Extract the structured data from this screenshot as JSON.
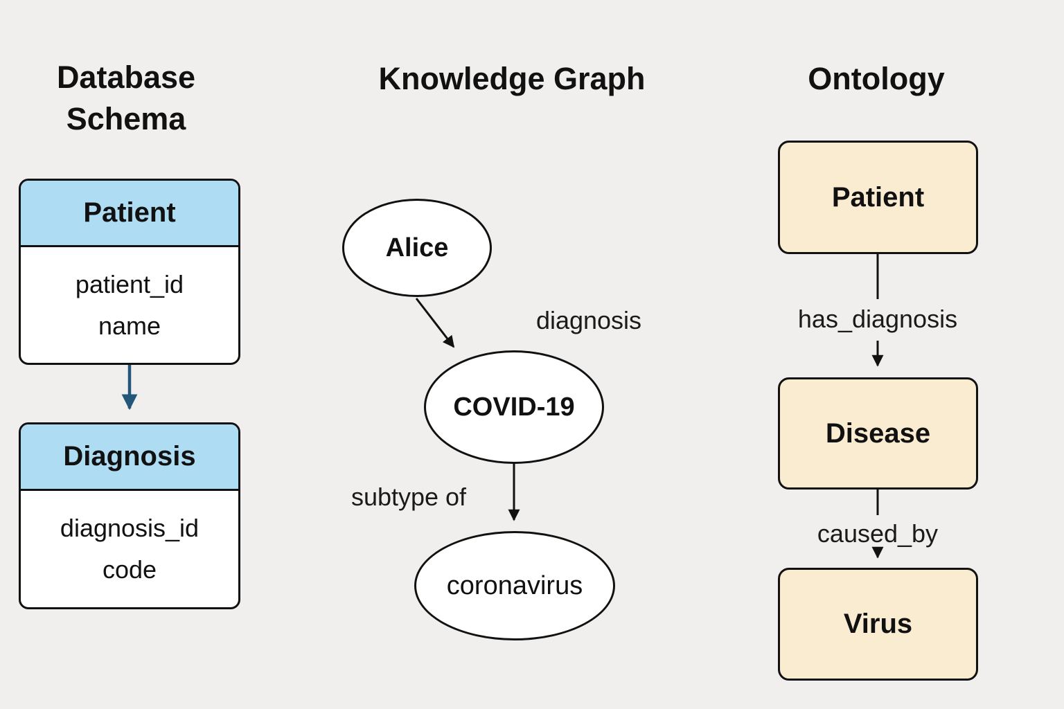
{
  "diagram": {
    "background_color": "#f0efee",
    "database_schema": {
      "title_line1": "Database",
      "title_line2": "Schema",
      "header_color": "#aedcf3",
      "fk_arrow_color": "#24567a",
      "tables": [
        {
          "name": "Patient",
          "fields": [
            "patient_id",
            "name"
          ]
        },
        {
          "name": "Diagnosis",
          "fields": [
            "diagnosis_id",
            "code"
          ]
        }
      ]
    },
    "knowledge_graph": {
      "title": "Knowledge Graph",
      "nodes": [
        {
          "label": "Alice"
        },
        {
          "label": "COVID-19"
        },
        {
          "label": "coronavirus"
        }
      ],
      "edges": [
        {
          "label": "diagnosis"
        },
        {
          "label": "subtype of"
        }
      ]
    },
    "ontology": {
      "title": "Ontology",
      "class_box_color": "#faecd1",
      "classes": [
        {
          "label": "Patient"
        },
        {
          "label": "Disease"
        },
        {
          "label": "Virus"
        }
      ],
      "relations": [
        {
          "label": "has_diagnosis"
        },
        {
          "label": "caused_by"
        }
      ]
    }
  }
}
